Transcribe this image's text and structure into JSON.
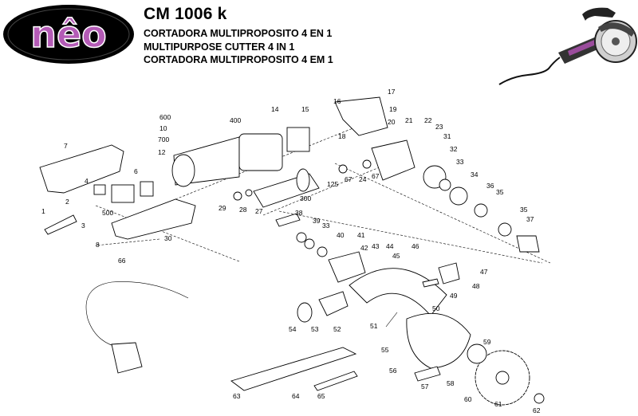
{
  "brand": {
    "logo_text": "nêo",
    "logo_color": "#8a2c8c"
  },
  "header": {
    "model": "CM 1006 k",
    "title_lines": [
      "CORTADORA MULTIPROPOSITO 4 EN 1",
      "MULTIPURPOSE CUTTER 4 IN 1",
      "CORTADORA MULTIPROPOSITO 4 EM 1"
    ]
  },
  "parts": {
    "p1": "1",
    "p2": "2",
    "p3": "3",
    "p4": "4",
    "p500": "500",
    "p6": "6",
    "p7": "7",
    "p8": "8",
    "p600": "600",
    "p10": "10",
    "p700": "700",
    "p12": "12",
    "p400": "400",
    "p14": "14",
    "p15": "15",
    "p16": "16",
    "p17": "17",
    "p18": "18",
    "p19": "19",
    "p20": "20",
    "p21": "21",
    "p22": "22",
    "p23": "23",
    "p24": "24",
    "p125": "125",
    "p67a": "67",
    "p67b": "67",
    "p27": "27",
    "p28": "28",
    "p29": "29",
    "p30": "30",
    "p300": "300",
    "p31": "31",
    "p32": "32",
    "p33a": "33",
    "p34": "34",
    "p35a": "35",
    "p36": "36",
    "p35b": "35",
    "p37": "37",
    "p38": "38",
    "p39": "39",
    "p33b": "33",
    "p40": "40",
    "p41": "41",
    "p42": "42",
    "p43": "43",
    "p44": "44",
    "p45": "45",
    "p46": "46",
    "p47": "47",
    "p48": "48",
    "p49": "49",
    "p50": "50",
    "p51": "51",
    "p52": "52",
    "p53": "53",
    "p54": "54",
    "p55": "55",
    "p56": "56",
    "p57": "57",
    "p58": "58",
    "p59": "59",
    "p60": "60",
    "p61": "61",
    "p62": "62",
    "p63": "63",
    "p64": "64",
    "p65": "65",
    "p66": "66"
  }
}
